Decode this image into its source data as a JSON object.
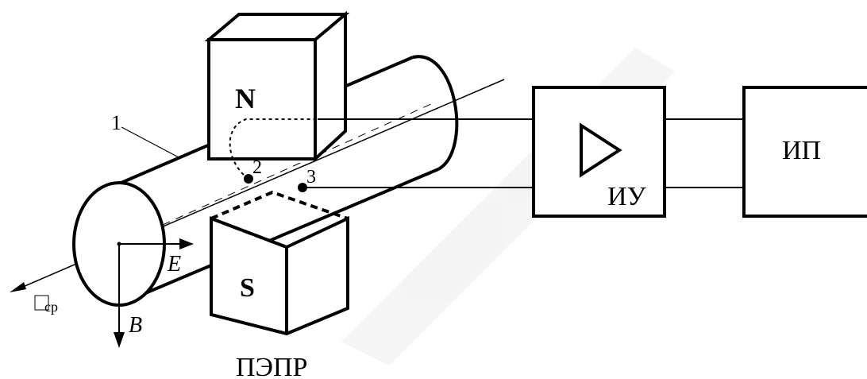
{
  "diagram": {
    "labels": {
      "pipe_label": "1",
      "electrode_2": "2",
      "electrode_3": "3",
      "magnet_north": "N",
      "magnet_south": "S",
      "sensor_label": "ПЭПР",
      "amplifier_label": "ИУ",
      "indicator_label": "ИП",
      "vector_e": "E",
      "vector_b": "B",
      "velocity_subscript": "ср"
    },
    "colors": {
      "line": "#000000",
      "background": "#ffffff"
    },
    "icons": {
      "amplifier_symbol": "triangle-amplifier-icon"
    }
  }
}
